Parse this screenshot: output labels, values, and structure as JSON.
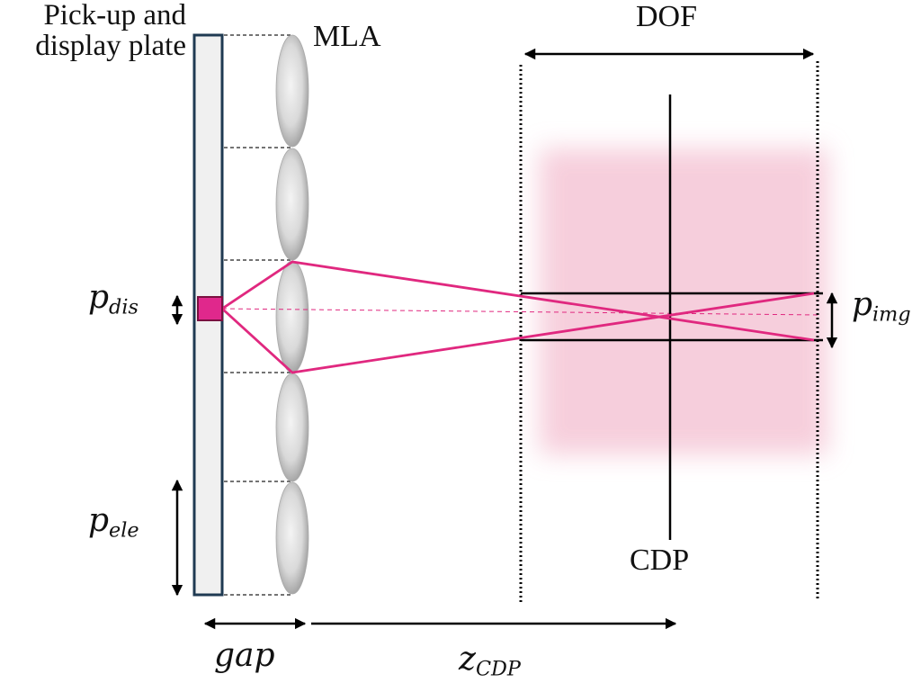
{
  "figure": {
    "labels": {
      "plate_line1": "Pick-up and",
      "plate_line2": "display plate",
      "mla": "MLA",
      "dof": "DOF",
      "cdp": "CDP",
      "p_dis": {
        "base": "p",
        "sub": "dis"
      },
      "p_ele": {
        "base": "p",
        "sub": "ele"
      },
      "p_img": {
        "base": "p",
        "sub": "img"
      },
      "gap": "gap",
      "z_cdp": {
        "base": "z",
        "sub": "CDP"
      }
    },
    "colors": {
      "plate_fill": "#f0f0f0",
      "plate_border": "#1f3a52",
      "ray": "#e0287f",
      "pixel_fill": "#e0288c",
      "pixel_border": "#7a1040",
      "blur_region": "#f5c6d6",
      "line": "#000000"
    },
    "lens_count": 5
  }
}
